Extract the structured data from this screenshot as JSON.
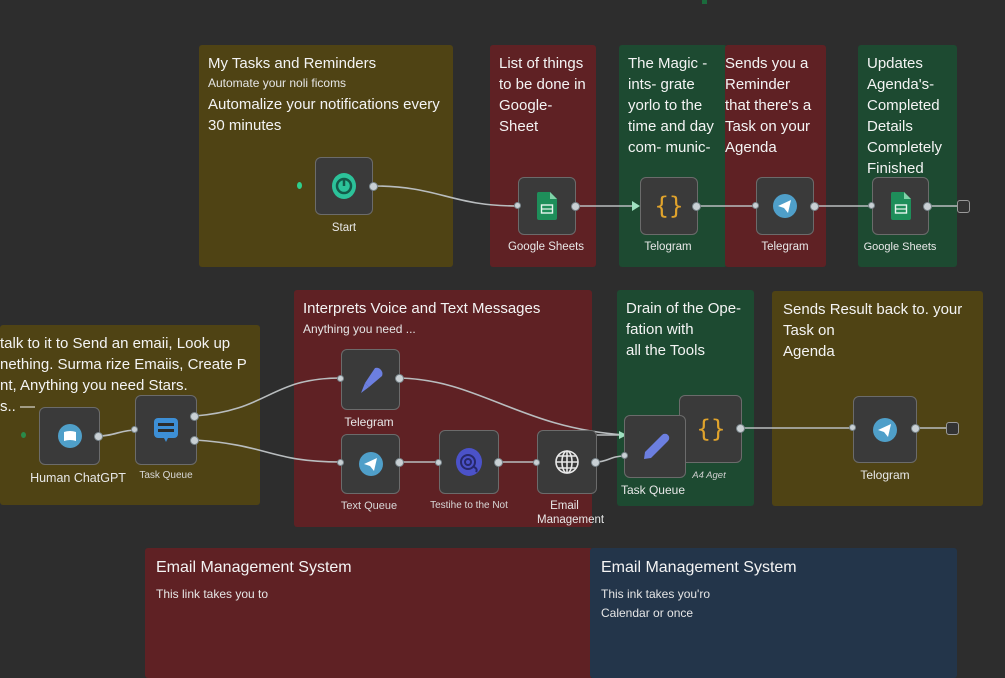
{
  "canvas": {
    "background": "#2d2d2d"
  },
  "groups": {
    "tasks": {
      "title": "My Tasks and Reminders",
      "subtitle": "Automate your noli ficoms",
      "body": "Automalize your notifications every 30 minutes",
      "color": "#4f4314"
    },
    "sheet_list": {
      "body": "List of things to be done in Google-Sheet",
      "color": "#5f2124"
    },
    "magic": {
      "body": "The Magic - ints- grate yorlo to the time and day com- munic-",
      "color": "#1d4a31"
    },
    "reminder": {
      "body": "Sends you a Reminder that there's a Task on your Agenda",
      "color": "#5f2124"
    },
    "updates": {
      "body": "Updates Agenda's- Completed Details Completely Finished",
      "color": "#1d4a31"
    },
    "talk": {
      "body_lines": [
        "talk to it to Send an emaii, Look up",
        "nething. Surma rize Emaiis, Create P",
        "nt, Anything you need Stars.",
        "s.. —"
      ],
      "color": "#4f4314"
    },
    "interprets": {
      "title": "Interprets Voice and Text Messages",
      "subtitle": "Anything you need ...",
      "color": "#5f2124"
    },
    "drain": {
      "body_lines": [
        "Drain of the Ope-",
        "fation with",
        "all the Tools"
      ],
      "color": "#1d4a31"
    },
    "sends_result": {
      "body_lines": [
        "Sends Result back to. your",
        "Task on",
        "Agenda"
      ],
      "color": "#4f4314"
    },
    "email_red": {
      "title": "Email Management System",
      "body": "This link takes you to",
      "color": "#5f2124"
    },
    "email_navy": {
      "title": "Email Management System",
      "body_lines": [
        "This ink takes you'ro",
        "Calendar or once"
      ],
      "color": "#23354a"
    }
  },
  "nodes": {
    "start": {
      "label": "Start",
      "icon": "clock-trigger-icon"
    },
    "gsheets_1": {
      "label": "Google Sheets",
      "icon": "google-sheets-icon"
    },
    "code_1": {
      "label": "Telogram",
      "icon": "code-braces-icon"
    },
    "telegram_1": {
      "label": "Telegram",
      "icon": "telegram-icon"
    },
    "gsheets_2": {
      "label": "Google Sheets",
      "icon": "google-sheets-icon"
    },
    "human_chatgpt": {
      "label": "Human ChatGPT",
      "icon": "chat-bubble-icon"
    },
    "task_queue_1": {
      "label": "Task Queue",
      "icon": "queue-message-icon"
    },
    "telegram_voice": {
      "label": "Telegram",
      "icon": "microphone-icon"
    },
    "text_queue": {
      "label": "Text Queue",
      "icon": "telegram-icon"
    },
    "testihe": {
      "label": "Testihe to the Not",
      "icon": "openai-icon"
    },
    "email_mgmt": {
      "label": "Email Management",
      "icon": "globe-icon"
    },
    "task_queue_2": {
      "label": "Task Queue",
      "icon": "pencil-icon"
    },
    "ai_agent": {
      "label": "A4 Aget",
      "icon": "code-braces-icon"
    },
    "telegram_final": {
      "label": "Telogram",
      "icon": "telegram-icon"
    }
  }
}
